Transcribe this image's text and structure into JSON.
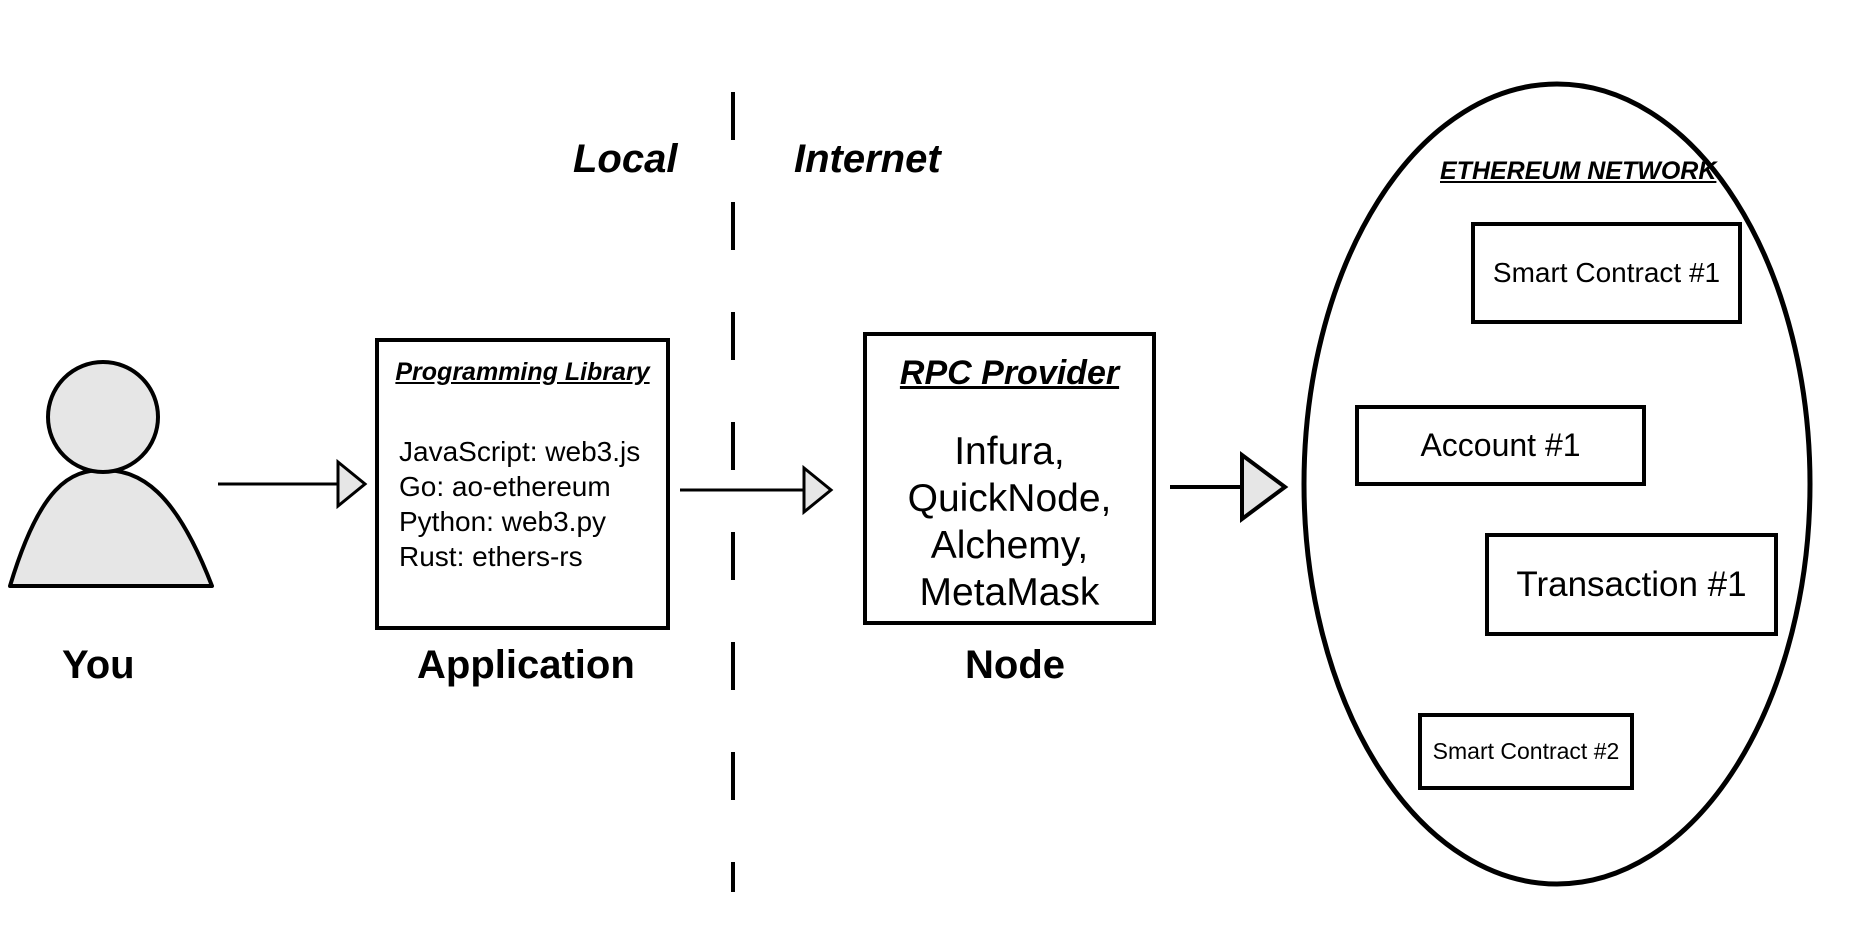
{
  "zones": {
    "local": "Local",
    "internet": "Internet"
  },
  "user": {
    "label": "You"
  },
  "application": {
    "label": "Application",
    "heading": "Programming Library",
    "libraries": [
      "JavaScript: web3.js",
      "Go: ao-ethereum",
      "Python: web3.py",
      "Rust: ethers-rs"
    ]
  },
  "node": {
    "label": "Node",
    "heading": "RPC Provider",
    "providers": [
      "Infura,",
      "QuickNode,",
      "Alchemy,",
      "MetaMask"
    ]
  },
  "network": {
    "heading": "ETHEREUM NETWORK",
    "items": {
      "contract1": "Smart Contract #1",
      "account1": "Account #1",
      "transaction1": "Transaction #1",
      "contract2": "Smart Contract #2"
    }
  },
  "colors": {
    "stroke": "#000000",
    "fill_gray": "#e6e6e6",
    "background": "#ffffff"
  }
}
